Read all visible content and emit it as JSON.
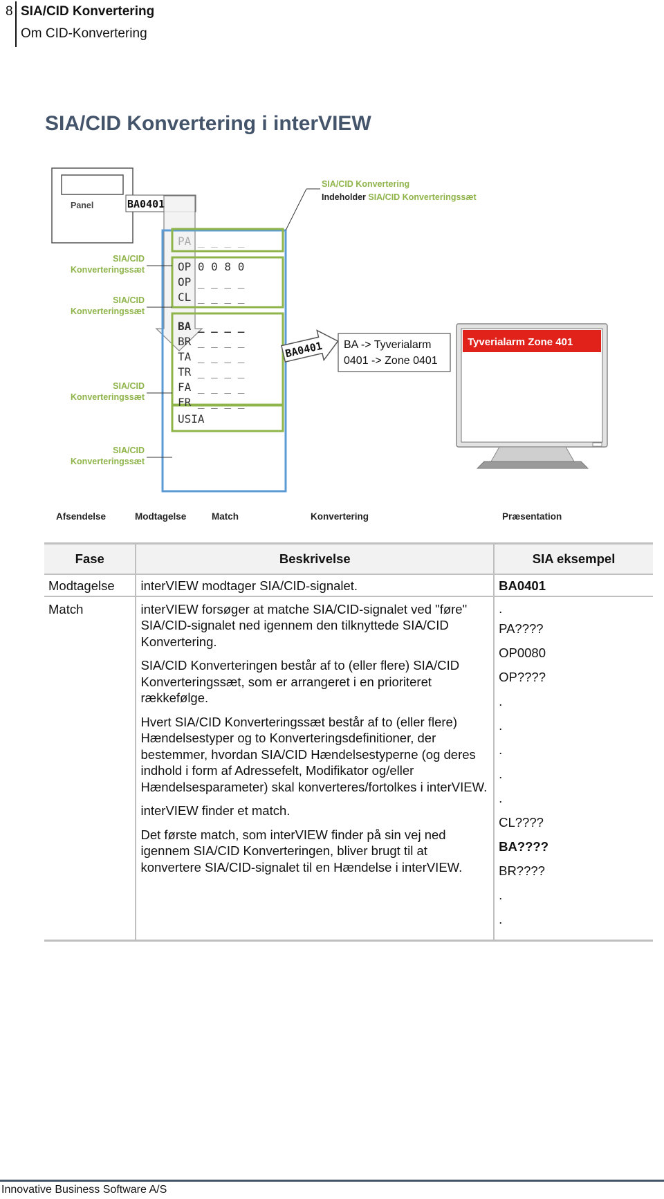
{
  "header": {
    "page_number": "8",
    "chapter": "SIA/CID Konvertering",
    "section": "Om CID-Konvertering"
  },
  "title": "SIA/CID Konvertering i interVIEW",
  "diagram": {
    "panel_label": "Panel",
    "signal": "BA0401",
    "callout_title": "SIA/CID Konvertering",
    "callout_prefix": "Indeholder ",
    "callout_highlight": "SIA/CID Konverteringssæt",
    "set_label_line1": "SIA/CID",
    "set_label_line2": "Konverteringssæt",
    "codes": {
      "pa": "PA _ _ _ _",
      "op1": "OP 0 0 8 0",
      "op2": "OP _ _ _ _",
      "cl": "CL _ _ _ _",
      "ba": "BA _ _ _ _",
      "br": "BR _ _ _ _",
      "ta": "TA _ _ _ _",
      "tr": "TR _ _ _ _",
      "fa": "FA _ _ _ _",
      "fr": "FR _ _ _ _",
      "usia": "USIA"
    },
    "arrow_signal": "BA0401",
    "note_line1": "BA -> Tyverialarm",
    "note_line2": "0401 -> Zone 0401",
    "monitor_alert": "Tyverialarm Zone 401",
    "stages": [
      "Afsendelse",
      "Modtagelse",
      "Match",
      "Konvertering",
      "Præsentation"
    ],
    "colors": {
      "green": "#8eb44a",
      "blue": "#5b9bd5",
      "red": "#e0221b"
    }
  },
  "table": {
    "headers": [
      "Fase",
      "Beskrivelse",
      "SIA eksempel"
    ],
    "row1": {
      "fase": "Modtagelse",
      "desc": "interVIEW modtager SIA/CID-signalet.",
      "sia": "BA0401"
    },
    "row2": {
      "fase": "Match",
      "paragraphs": [
        "interVIEW forsøger at matche SIA/CID-signalet ved \"føre\" SIA/CID-signalet ned igennem den tilknyttede SIA/CID Konvertering.",
        "SIA/CID Konverteringen består af to (eller flere) SIA/CID Konverteringssæt, som er arrangeret i en prioriteret rækkefølge.",
        "Hvert SIA/CID Konverteringssæt består af to (eller flere) Hændelsestyper og to Konverteringsdefinitioner, der bestemmer, hvordan SIA/CID Hændelsestyperne (og deres indhold i form af Adressefelt, Modifikator og/eller Hændelsesparameter) skal konverteres/fortolkes i interVIEW.",
        "interVIEW finder et match.",
        "Det første match, som interVIEW finder på sin vej ned igennem SIA/CID Konverteringen, bliver brugt til at konvertere SIA/CID-signalet til en Hændelse i interVIEW."
      ],
      "sia_lines": [
        ".",
        "PA????",
        "OP0080",
        "OP????",
        ".",
        ".",
        ".",
        ".",
        ".",
        "CL????",
        "BA????",
        "BR????",
        ".",
        "."
      ]
    }
  },
  "footer": "Innovative Business Software A/S"
}
